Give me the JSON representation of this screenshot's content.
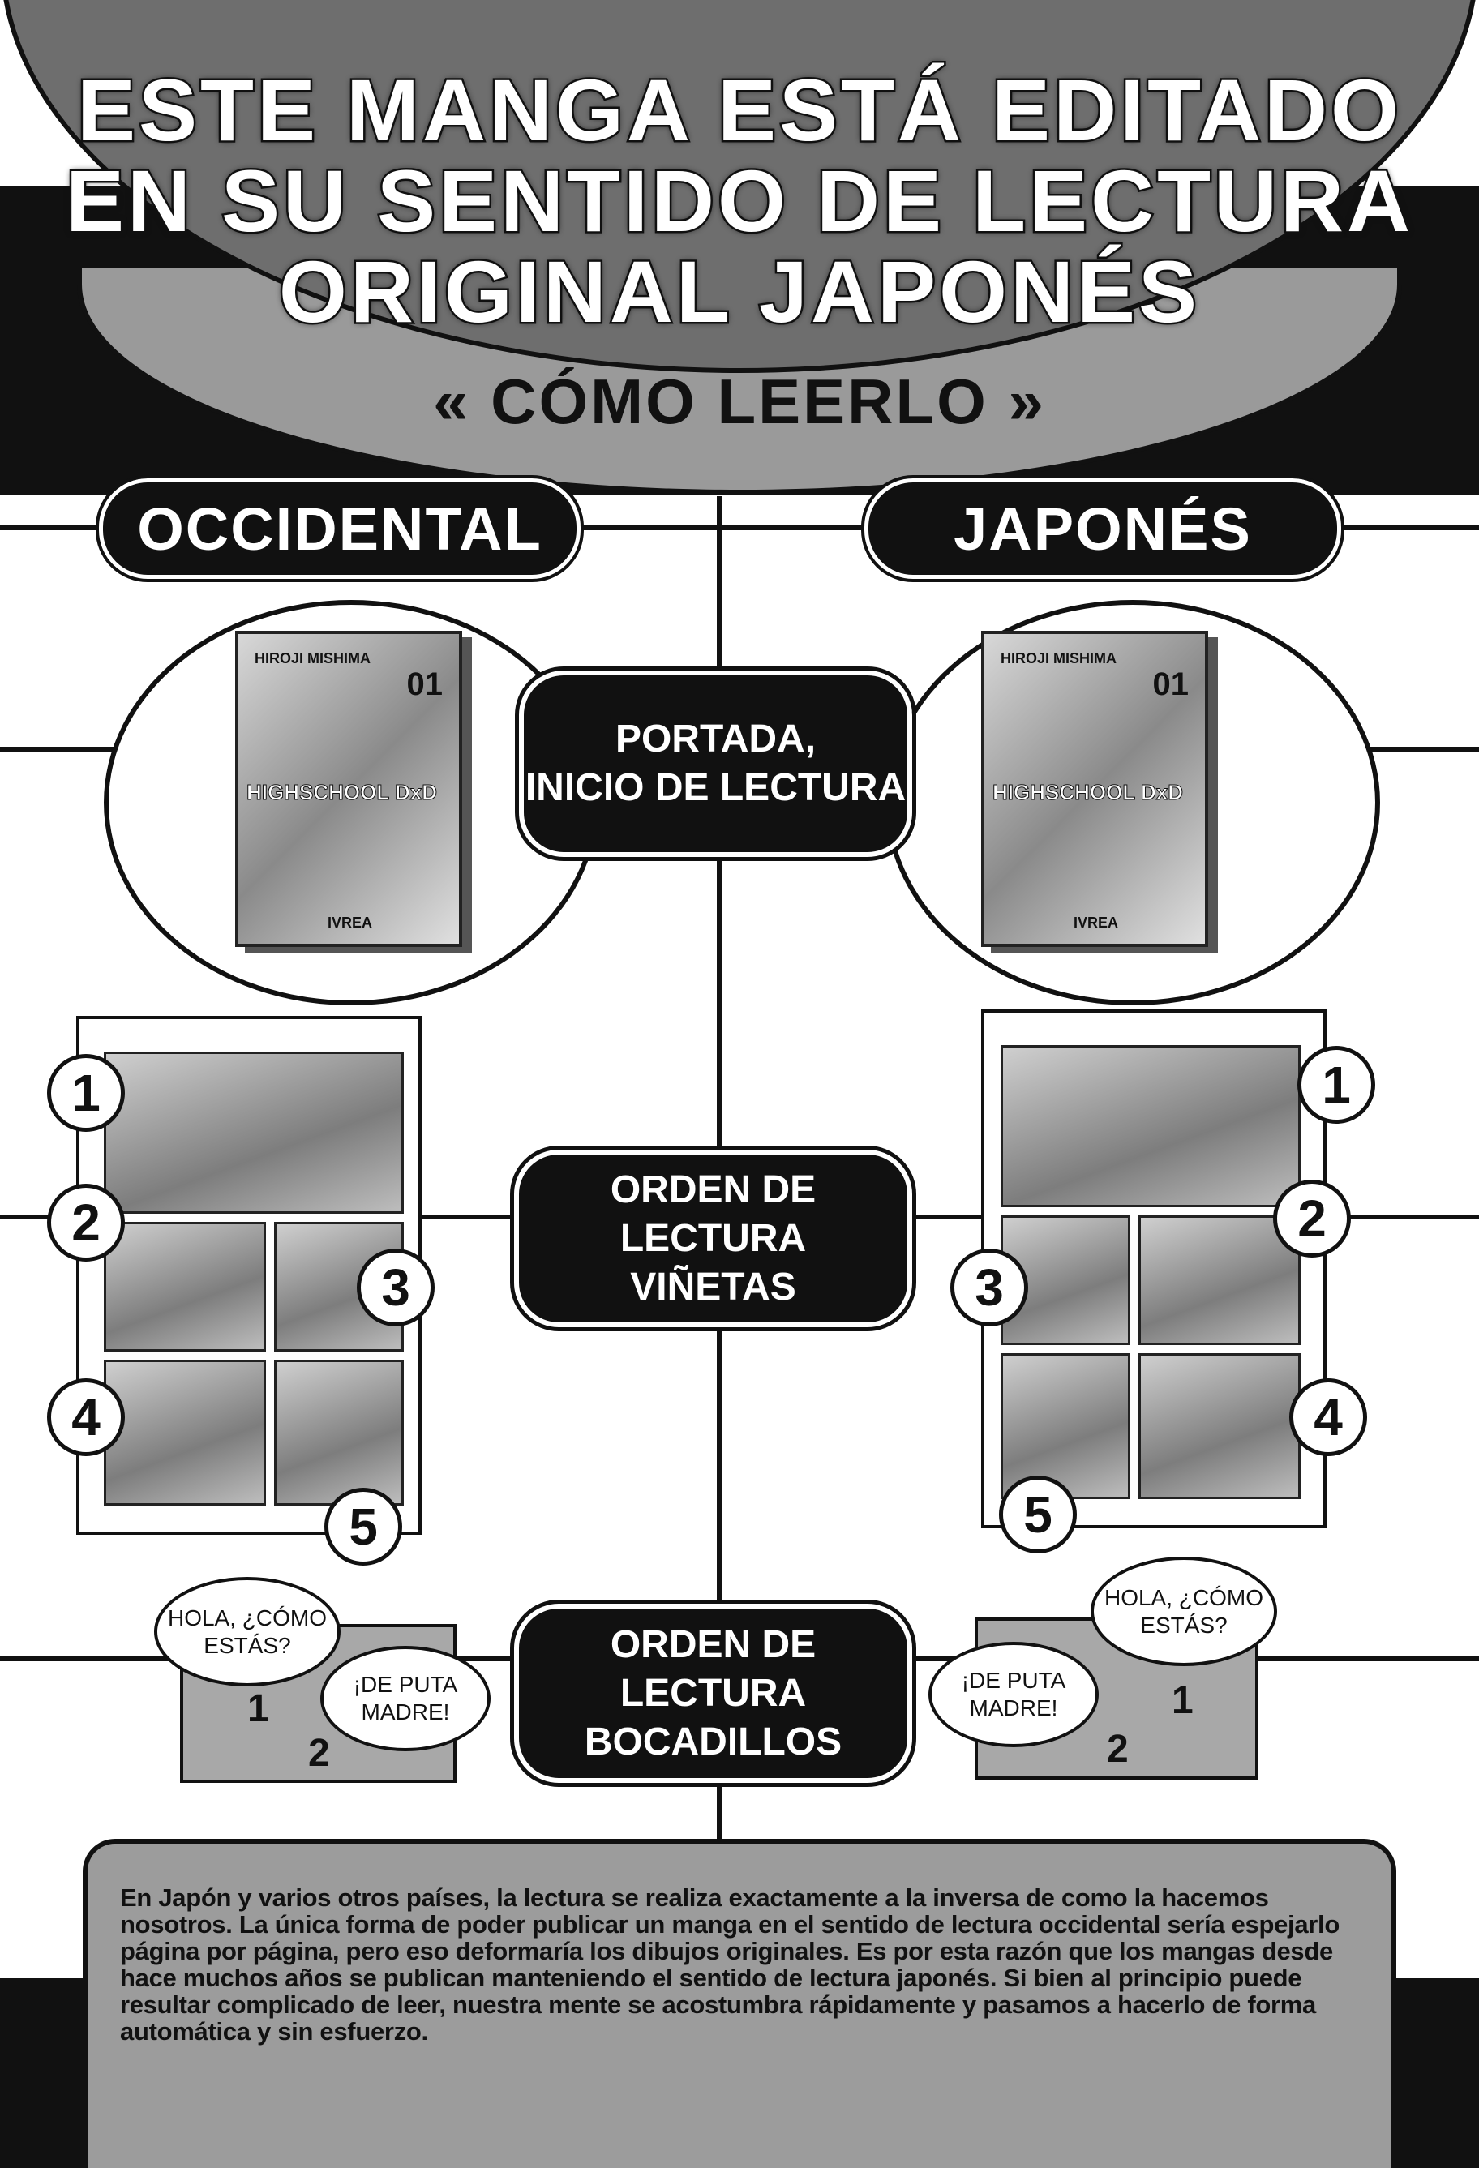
{
  "header": {
    "title_lines": [
      "ESTE MANGA ESTÁ EDITADO",
      "EN SU SENTIDO DE LECTURA",
      "ORIGINAL JAPONÉS"
    ],
    "subtitle": "« CÓMO LEERLO »"
  },
  "columns": {
    "left": "OCCIDENTAL",
    "right": "JAPONÉS"
  },
  "sections": {
    "cover": {
      "label_lines": [
        "PORTADA,",
        "INICIO DE LECTURA"
      ],
      "book": {
        "series": "HIGHSCHOOL DxD",
        "author": "HIROJI MISHIMA",
        "volume": "01",
        "publisher": "IVREA"
      }
    },
    "panels": {
      "label_lines": [
        "ORDEN DE LECTURA",
        "VIÑETAS"
      ],
      "numbers": [
        "1",
        "2",
        "3",
        "4",
        "5"
      ]
    },
    "bubbles": {
      "label_lines": [
        "ORDEN DE LECTURA",
        "BOCADILLOS"
      ],
      "first": "HOLA, ¿CÓMO ESTÁS?",
      "second": "¡DE PUTA MADRE!",
      "num1": "1",
      "num2": "2"
    }
  },
  "info_text": "En Japón y varios otros países, la lectura se realiza exactamente a la inversa de como la hacemos nosotros. La única forma de poder publicar un manga en el sentido de lectura occidental sería espejarlo página por página, pero eso deformaría los dibujos originales. Es por esta razón que los mangas desde hace muchos años se publican manteniendo el sentido de lectura japonés. Si bien al principio puede resultar complicado de leer, nuestra mente se acostumbra rápidamente y pasamos a hacerlo de forma automática y sin esfuerzo."
}
